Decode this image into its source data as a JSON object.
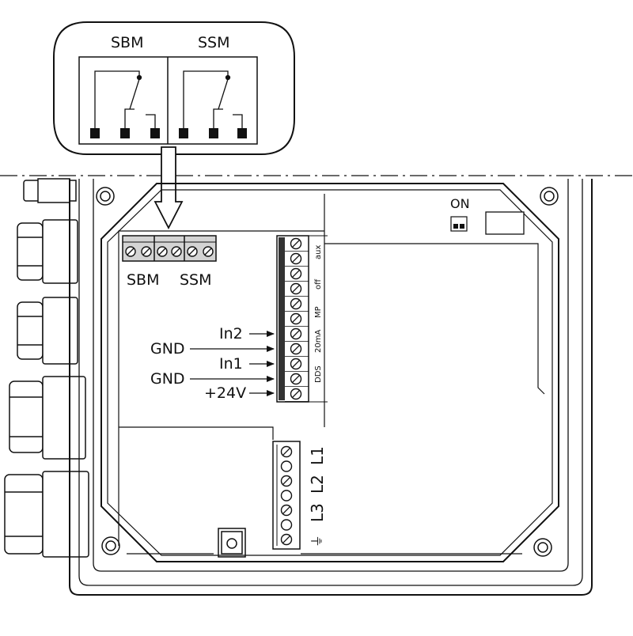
{
  "callout": {
    "left_label": "SBM",
    "right_label": "SSM"
  },
  "relay_block": {
    "left_label": "SBM",
    "right_label": "SSM"
  },
  "dip_switch": {
    "label": "ON"
  },
  "control_terminal": {
    "labels": [
      "aux",
      "off",
      "MP",
      "20mA",
      "DDS"
    ]
  },
  "signal_lines": {
    "left": [
      "GND",
      "GND"
    ],
    "right": [
      "In2",
      "In1",
      "+24V"
    ]
  },
  "mains_terminal": {
    "labels": [
      "L1",
      "L2",
      "L3"
    ],
    "earth_symbol": "⏚"
  }
}
